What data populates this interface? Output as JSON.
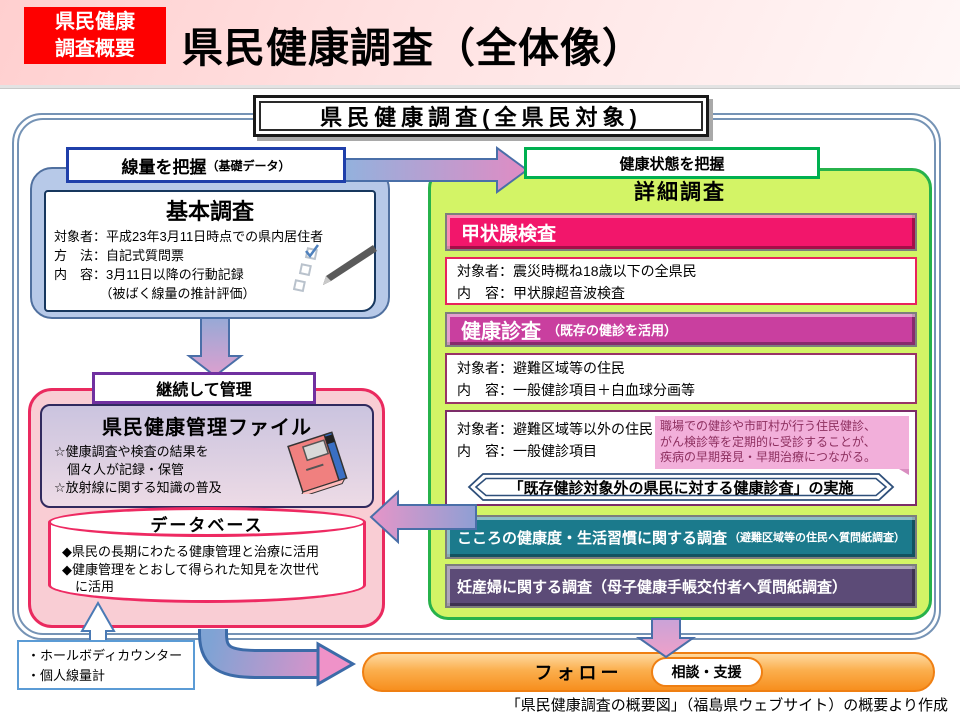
{
  "header": {
    "badge_line1": "県民健康",
    "badge_line2": "調査概要",
    "title": "県民健康調査（全体像）"
  },
  "top_box": {
    "label": "県民健康調査(全県民対象)"
  },
  "left": {
    "dose_header": "線量を把握",
    "dose_header_sub": "（基礎データ）",
    "basic_survey": {
      "title": "基本調査",
      "lines": [
        "対象者：平成23年3月11日時点での県内居住者",
        "方　法：自記式質問票",
        "内　容：3月11日以降の行動記録",
        "　　　　（被ばく線量の推計評価）"
      ]
    },
    "keep_header": "継続して管理",
    "health_file": {
      "title": "県民健康管理ファイル",
      "lines": [
        "☆健康調査や検査の結果を",
        "　個々人が記録・保管",
        "☆放射線に関する知識の普及"
      ]
    },
    "database": {
      "title": "データベース",
      "lines": [
        "◆県民の長期にわたる健康管理と治療に活用",
        "◆健康管理をとおして得られた知見を次世代",
        "　に活用"
      ]
    },
    "measure_box": {
      "lines": [
        "・ホールボディカウンター",
        "・個人線量計"
      ]
    }
  },
  "right": {
    "state_header": "健康状態を把握",
    "detail_title": "詳細調査",
    "thyroid_banner": "甲状腺検査",
    "thyroid_box": [
      "対象者：震災時概ね18歳以下の全県民",
      "内　容：甲状腺超音波検査"
    ],
    "checkup_banner": "健康診査",
    "checkup_banner_sub": "（既存の健診を活用）",
    "checkup_box1": [
      "対象者：避難区域等の住民",
      "内　容：一般健診項目＋白血球分画等"
    ],
    "checkup_box2": [
      "対象者：避難区域等以外の住民",
      "内　容：一般健診項目"
    ],
    "note_lines": [
      "職場での健診や市町村が行う住民健診、",
      "がん検診等を定期的に受診することが、",
      "疾病の早期発見・早期治療につながる。"
    ],
    "ribbon": "「既存健診対象外の県民に対する健康診査」の実施",
    "mental_banner": "こころの健康度・生活習慣に関する調査",
    "mental_banner_sub": "（避難区域等の住民へ質問紙調査）",
    "pregnant_banner": "妊産婦に関する調査（母子健康手帳交付者へ質問紙調査）"
  },
  "bottom": {
    "follow_label": "フォロー",
    "pill_label": "相談・支援",
    "footer": "「県民健康調査の概要図」（福島県ウェブサイト）の概要より作成"
  },
  "colors": {
    "badge_red": "#fe0000",
    "thyroid_pink": "#f2166b",
    "checkup_magenta": "#c93f9f",
    "mental_teal": "#1b7a8c",
    "pregnant_purple": "#5c4b77",
    "follow_orange": "#f78f1e",
    "panel_blue": "#b7c9e8",
    "panel_pink": "#f9cdd4",
    "panel_green": "#d3f466",
    "frame_blue": "#7593b5"
  }
}
